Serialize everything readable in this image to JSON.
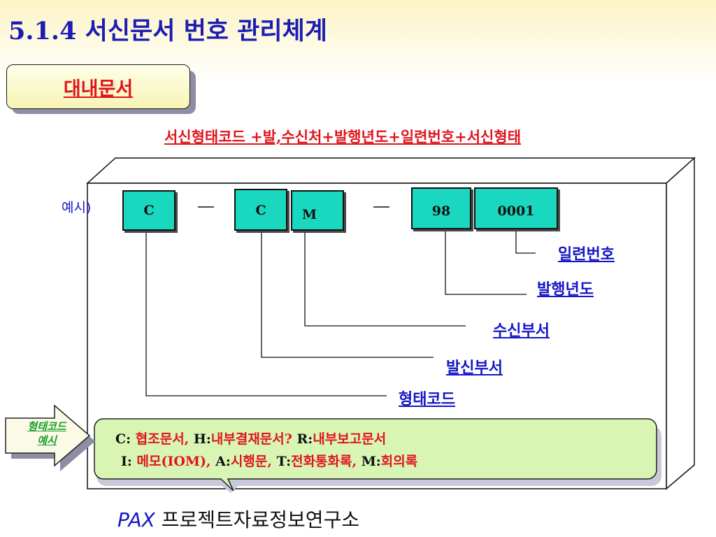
{
  "title": "5.1.4  서신문서 번호 관리체계",
  "badge": "대내문서",
  "formula": "서신형태코드 +발,수신처+발행년도+일련번호+서신형태",
  "example_label": "예시)",
  "code_boxes": {
    "c1": "C",
    "c2": "C",
    "m": "M",
    "year": "98",
    "serial": "0001"
  },
  "dash_1": "—",
  "dash_2": "—",
  "labels": {
    "serial": "일련번호",
    "year": "발행년도",
    "receiver": "수신부서",
    "sender": "발신부서",
    "form_code": "형태코드"
  },
  "arrow_label_line1": "형태코드",
  "arrow_label_line2": "예시",
  "legend": {
    "line1": [
      {
        "code": "C:",
        "text": " 협조문서, "
      },
      {
        "code": "H:",
        "text": "내부결재문서?  "
      },
      {
        "code": "R:",
        "text": "내부보고문서"
      }
    ],
    "line2": [
      {
        "code": "I:",
        "text": " 메모(IOM),  "
      },
      {
        "code": "A:",
        "text": "시행문,  "
      },
      {
        "code": "T:",
        "text": "전화통화록,  "
      },
      {
        "code": "M:",
        "text": "회의록"
      }
    ]
  },
  "footer": {
    "brand": "PAX",
    "text": " 프로젝트자료정보연구소"
  },
  "colors": {
    "title": "#1c1cb4",
    "accent_red": "#e0151d",
    "code_box": "#1ad7bf",
    "label_blue": "#1616c8",
    "legend_bg": "#d9f5b4",
    "arrow_green": "#18a02a"
  }
}
